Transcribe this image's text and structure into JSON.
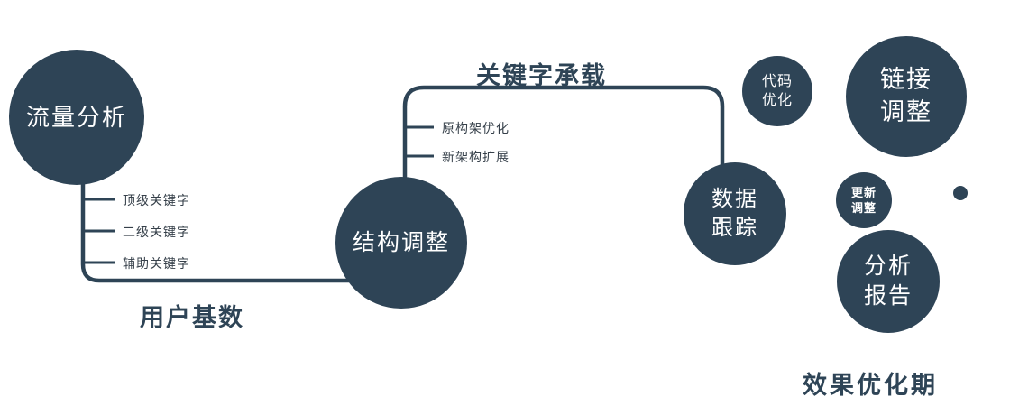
{
  "diagram": {
    "colors": {
      "node_fill": "#2e4456",
      "node_text": "#ffffff",
      "line": "#2e4456",
      "label_text": "#2e4456"
    },
    "nodes": {
      "traffic": {
        "label": "流量分析"
      },
      "structure": {
        "label": "结构调整"
      },
      "data_tracking": {
        "label": "数据\n跟踪"
      },
      "code_optimization": {
        "label": "代码\n优化"
      },
      "link_adjustment": {
        "label": "链接\n调整"
      },
      "update_adjustment": {
        "label": "更新\n调整"
      },
      "analysis_report": {
        "label": "分析\n报告"
      }
    },
    "edge_labels": {
      "user_base": "用户基数",
      "keyword_carry": "关键字承载",
      "effect_period": "效果优化期"
    },
    "branches_left": [
      "顶级关键字",
      "二级关键字",
      "辅助关键字"
    ],
    "branches_mid": [
      "原构架优化",
      "新架构扩展"
    ]
  }
}
